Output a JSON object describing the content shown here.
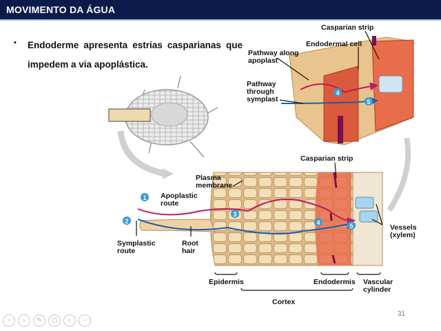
{
  "header": {
    "title": "MOVIMENTO DA ÁGUA"
  },
  "bullet": {
    "marker": "▪",
    "text": "Endoderme apresenta estrias casparianas que impedem a via apoplástica."
  },
  "inset_labels": {
    "casparian_strip": "Casparian strip",
    "endodermal_cell": "Endodermal cell",
    "pathway_apoplast": [
      "Pathway along",
      "apoplast"
    ],
    "pathway_symplast": [
      "Pathway",
      "through",
      "symplast"
    ],
    "num4": "4",
    "num5": "5"
  },
  "main_labels": {
    "casparian_strip": "Casparian strip",
    "plasma_membrane": [
      "Plasma",
      "membrane"
    ],
    "apoplastic_route": [
      "Apoplastic",
      "route"
    ],
    "symplastic_route": [
      "Symplastic",
      "route"
    ],
    "root_hair": [
      "Root",
      "hair"
    ],
    "vessels": [
      "Vessels",
      "(xylem)"
    ],
    "epidermis": "Epidermis",
    "endodermis": "Endodermis",
    "vascular_cylinder": [
      "Vascular",
      "cylinder"
    ],
    "cortex": "Cortex",
    "num1": "1",
    "num2": "2",
    "num3": "3",
    "num4": "4",
    "num5": "5"
  },
  "colors": {
    "header_bg": "#0d1b4c",
    "apoplast_path": "#c2185b",
    "symplast_path": "#1e5fa8",
    "marker": "#3a9ad9"
  },
  "footer": {
    "page_number": "31"
  },
  "toolbar": {
    "icons": [
      "prev-icon",
      "next-icon",
      "pen-icon",
      "slides-icon",
      "zoom-icon",
      "more-icon"
    ],
    "glyphs": [
      "‹",
      "›",
      "✎",
      "▢",
      "⌕",
      "⋯"
    ]
  }
}
